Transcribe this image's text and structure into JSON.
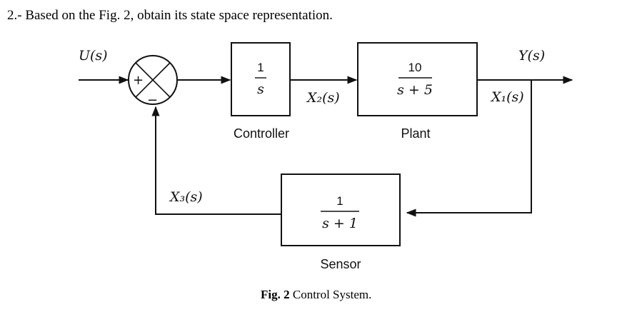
{
  "problem_text": "2.- Based on the Fig. 2, obtain its state space representation.",
  "caption": {
    "prefix": "Fig. 2",
    "text": " Control System."
  },
  "signals": {
    "input": "U(s)",
    "output": "Y(s)",
    "x1": "X₁(s)",
    "x2": "X₂(s)",
    "x3": "X₃(s)"
  },
  "summing_junction": {
    "plus_sign": "+",
    "minus_sign": "−"
  },
  "blocks": {
    "controller": {
      "label": "Controller",
      "numerator": "1",
      "denominator": "s"
    },
    "plant": {
      "label": "Plant",
      "numerator": "10",
      "denominator": "s + 5"
    },
    "sensor": {
      "label": "Sensor",
      "numerator": "1",
      "denominator": "s + 1"
    }
  }
}
